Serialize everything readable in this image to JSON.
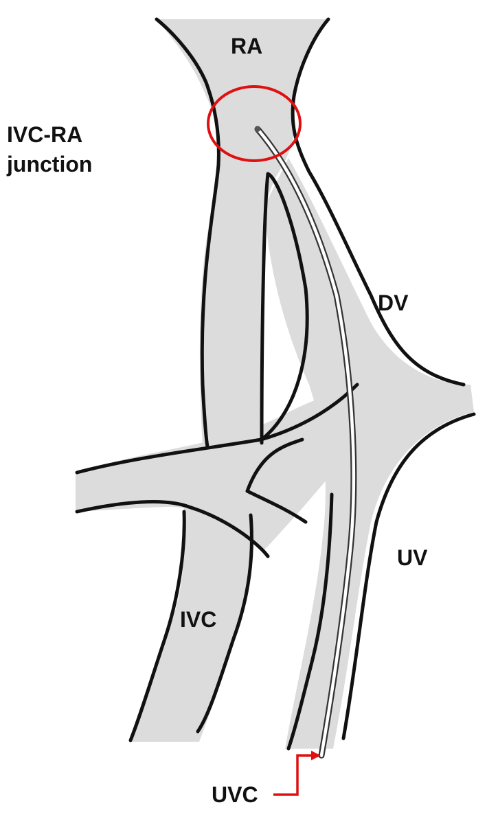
{
  "diagram": {
    "type": "anatomical-schematic",
    "subject": "Umbilical venous catheter course to IVC-RA junction",
    "labels": {
      "ra": "RA",
      "junction_line1": "IVC-RA",
      "junction_line2": "junction",
      "dv": "DV",
      "uv": "UV",
      "ivc": "IVC",
      "uvc": "UVC"
    },
    "colors": {
      "vessel_fill": "#dcdcdc",
      "vessel_wall": "#111111",
      "highlight_circle": "#e01010",
      "pointer_arrow": "#e01010",
      "background": "#ffffff"
    },
    "annotations": [
      {
        "type": "ellipse",
        "target": "IVC-RA junction",
        "color": "#e01010"
      },
      {
        "type": "arrow",
        "from": "UVC",
        "to": "catheter entry",
        "color": "#e01010"
      }
    ]
  }
}
